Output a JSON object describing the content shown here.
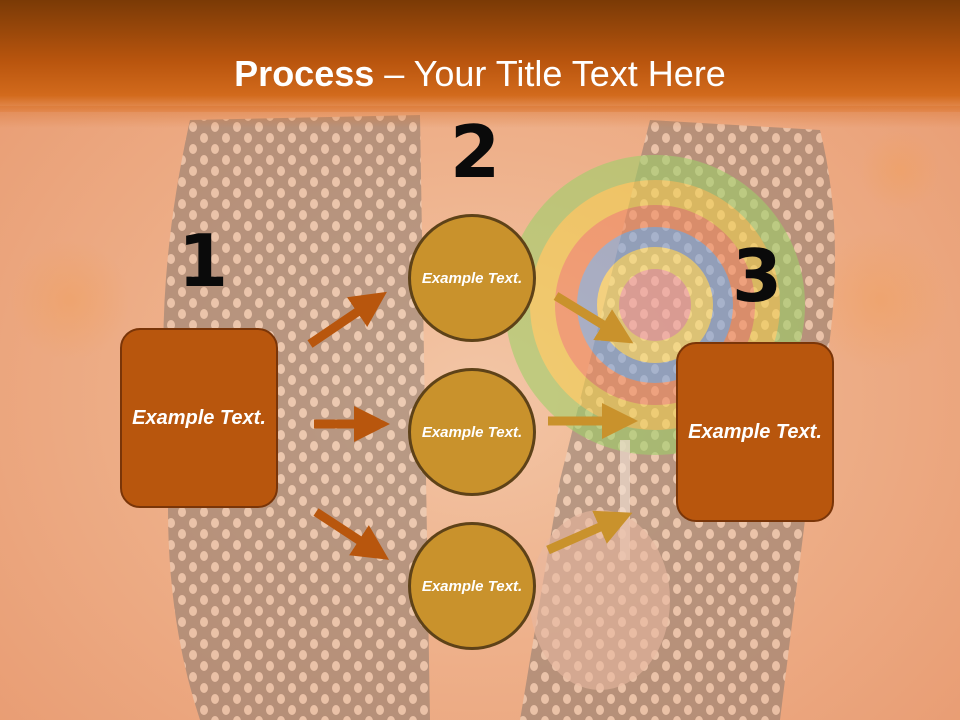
{
  "slide": {
    "title_bold": "Process",
    "title_rest": " – Your Title Text Here"
  },
  "steps": [
    {
      "number": "1",
      "label": "Example Text."
    },
    {
      "number": "2",
      "label": "Example Text.",
      "circles": [
        "Example Text.",
        "Example Text.",
        "Example Text."
      ]
    },
    {
      "number": "3",
      "label": "Example Text."
    }
  ],
  "colors": {
    "header": "#b9550e",
    "box_fill": "#b8560d",
    "circle_fill": "#c9922c",
    "arrow_left": "#b8560d",
    "arrow_right": "#c9922c"
  }
}
